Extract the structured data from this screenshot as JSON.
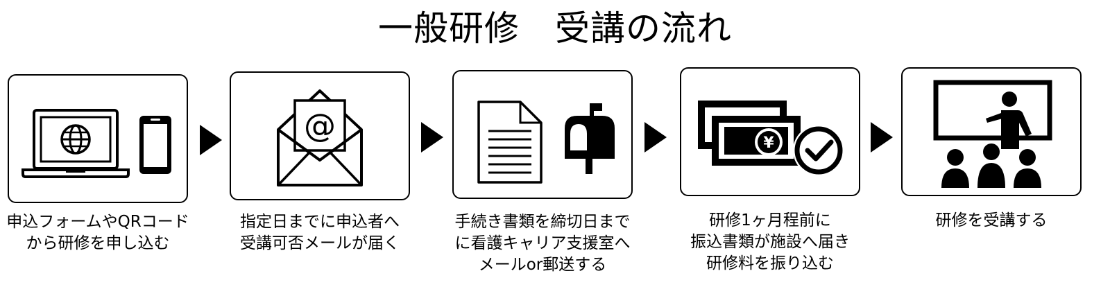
{
  "title": "一般研修　受講の流れ",
  "steps": [
    {
      "line1": "申込フォームやQRコード",
      "line2": "から研修を申し込む",
      "line3": ""
    },
    {
      "line1": "指定日までに申込者へ",
      "line2": "受講可否メールが届く",
      "line3": ""
    },
    {
      "line1": "手続き書類を締切日まで",
      "line2": "に看護キャリア支援室へ",
      "line3": "メールor郵送する"
    },
    {
      "line1": "研修1ヶ月程前に",
      "line2": "振込書類が施設へ届き",
      "line3": "研修料を振り込む"
    },
    {
      "line1": "研修を受講する",
      "line2": "",
      "line3": ""
    }
  ],
  "icons": {
    "step1": [
      "laptop-globe-icon",
      "smartphone-icon"
    ],
    "step2": [
      "envelope-at-icon"
    ],
    "step3": [
      "document-icon",
      "mailbox-icon"
    ],
    "step4": [
      "banknotes-yen-check-icon"
    ],
    "step5": [
      "lecture-presentation-icon"
    ]
  },
  "yen_symbol": "¥",
  "at_symbol": "@"
}
